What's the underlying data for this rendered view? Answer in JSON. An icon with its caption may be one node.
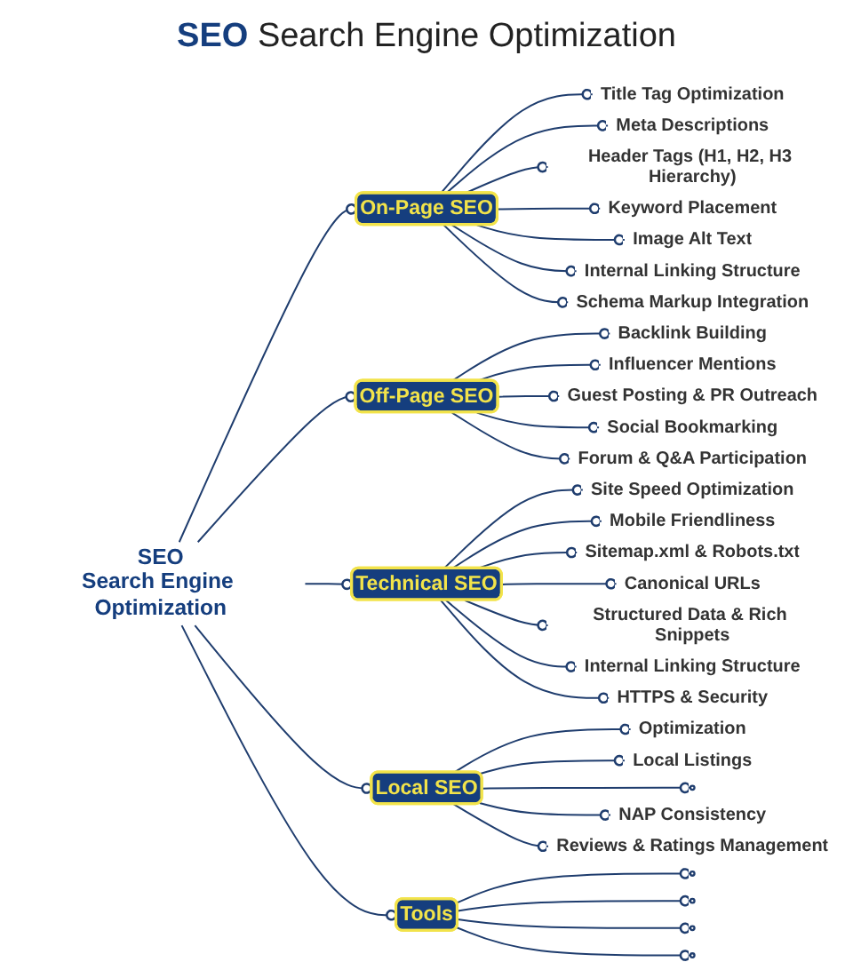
{
  "diagram": {
    "title": "**SEO** Search Engine Optimization",
    "nodes": [
      {
        "text": [
          "SEO",
          "Search Engine Optimization"
        ]
      },
      {
        "text": [
          "On-Page SEO"
        ]
      },
      {
        "text": [
          "Title Tag Optimization"
        ]
      },
      {
        "text": [
          "Meta Descriptions"
        ]
      },
      {
        "text": [
          "Header Tags (H1, H2, H3 Hierarchy)"
        ]
      },
      {
        "text": [
          "Keyword Placement"
        ]
      },
      {
        "text": [
          "Image Alt Text"
        ]
      },
      {
        "text": [
          "Internal Linking Structure"
        ]
      },
      {
        "text": [
          "Schema Markup Integration"
        ]
      },
      {
        "text": [
          "Off-Page SEO"
        ]
      },
      {
        "text": [
          "Backlink Building"
        ]
      },
      {
        "text": [
          "Influencer Mentions"
        ]
      },
      {
        "text": [
          "Guest Posting & PR Outreach"
        ]
      },
      {
        "text": [
          "Social Bookmarking"
        ]
      },
      {
        "text": [
          "Forum & Q&A Participation"
        ]
      },
      {
        "text": [
          "Technical SEO"
        ]
      },
      {
        "text": [
          "Site Speed Optimization"
        ]
      },
      {
        "text": [
          "Mobile Friendliness"
        ]
      },
      {
        "text": [
          "Sitemap.xml & Robots.txt"
        ]
      },
      {
        "text": [
          "Canonical URLs"
        ]
      },
      {
        "text": [
          "Structured Data & Rich Snippets"
        ]
      },
      {
        "text": [
          "Internal Linking Structure"
        ]
      },
      {
        "text": [
          "HTTPS & Security"
        ]
      },
      {
        "text": [
          "Local SEO"
        ]
      },
      {
        "text": [
          "Optimization"
        ]
      },
      {
        "text": [
          "Local Listings"
        ]
      },
      {
        "text": [],
        "shape": "circle"
      },
      {
        "text": [
          "NAP Consistency"
        ]
      },
      {
        "text": [
          "Reviews & Ratings Management"
        ]
      },
      {
        "text": [
          "Tools"
        ]
      },
      {
        "text": [],
        "shape": "circle"
      },
      {
        "text": [],
        "shape": "circle"
      },
      {
        "text": [],
        "shape": "circle"
      },
      {
        "text": [],
        "shape": "circle"
      }
    ],
    "edges": [
      {
        "from": 0,
        "to": 1,
        "arrow": "other"
      },
      {
        "from": 1,
        "to": 2,
        "arrow": "other"
      },
      {
        "from": 1,
        "to": 3,
        "arrow": "other"
      },
      {
        "from": 1,
        "to": 4,
        "arrow": "other"
      },
      {
        "from": 1,
        "to": 5,
        "arrow": "other"
      },
      {
        "from": 1,
        "to": 6,
        "arrow": "other"
      },
      {
        "from": 1,
        "to": 7,
        "arrow": "other"
      },
      {
        "from": 1,
        "to": 8,
        "arrow": "other"
      },
      {
        "from": 0,
        "to": 9,
        "arrow": "other"
      },
      {
        "from": 9,
        "to": 10,
        "arrow": "other"
      },
      {
        "from": 9,
        "to": 11,
        "arrow": "other"
      },
      {
        "from": 9,
        "to": 12,
        "arrow": "other"
      },
      {
        "from": 9,
        "to": 13,
        "arrow": "other"
      },
      {
        "from": 9,
        "to": 14,
        "arrow": "other"
      },
      {
        "from": 0,
        "to": 15,
        "arrow": "other"
      },
      {
        "from": 15,
        "to": 16,
        "arrow": "other"
      },
      {
        "from": 15,
        "to": 17,
        "arrow": "other"
      },
      {
        "from": 15,
        "to": 18,
        "arrow": "other"
      },
      {
        "from": 15,
        "to": 19,
        "arrow": "other"
      },
      {
        "from": 15,
        "to": 20,
        "arrow": "other"
      },
      {
        "from": 15,
        "to": 21,
        "arrow": "other"
      },
      {
        "from": 15,
        "to": 22,
        "arrow": "other"
      },
      {
        "from": 0,
        "to": 23,
        "arrow": "other"
      },
      {
        "from": 23,
        "to": 24,
        "arrow": "other"
      },
      {
        "from": 23,
        "to": 25,
        "arrow": "other"
      },
      {
        "from": 23,
        "to": 26,
        "arrow": "other"
      },
      {
        "from": 23,
        "to": 27,
        "arrow": "other"
      },
      {
        "from": 23,
        "to": 28,
        "arrow": "other"
      },
      {
        "from": 0,
        "to": 29,
        "arrow": "other"
      },
      {
        "from": 29,
        "to": 30,
        "arrow": "other"
      },
      {
        "from": 29,
        "to": 31,
        "arrow": "other"
      },
      {
        "from": 29,
        "to": 32,
        "arrow": "other"
      },
      {
        "from": 29,
        "to": 33,
        "arrow": "other"
      }
    ]
  }
}
